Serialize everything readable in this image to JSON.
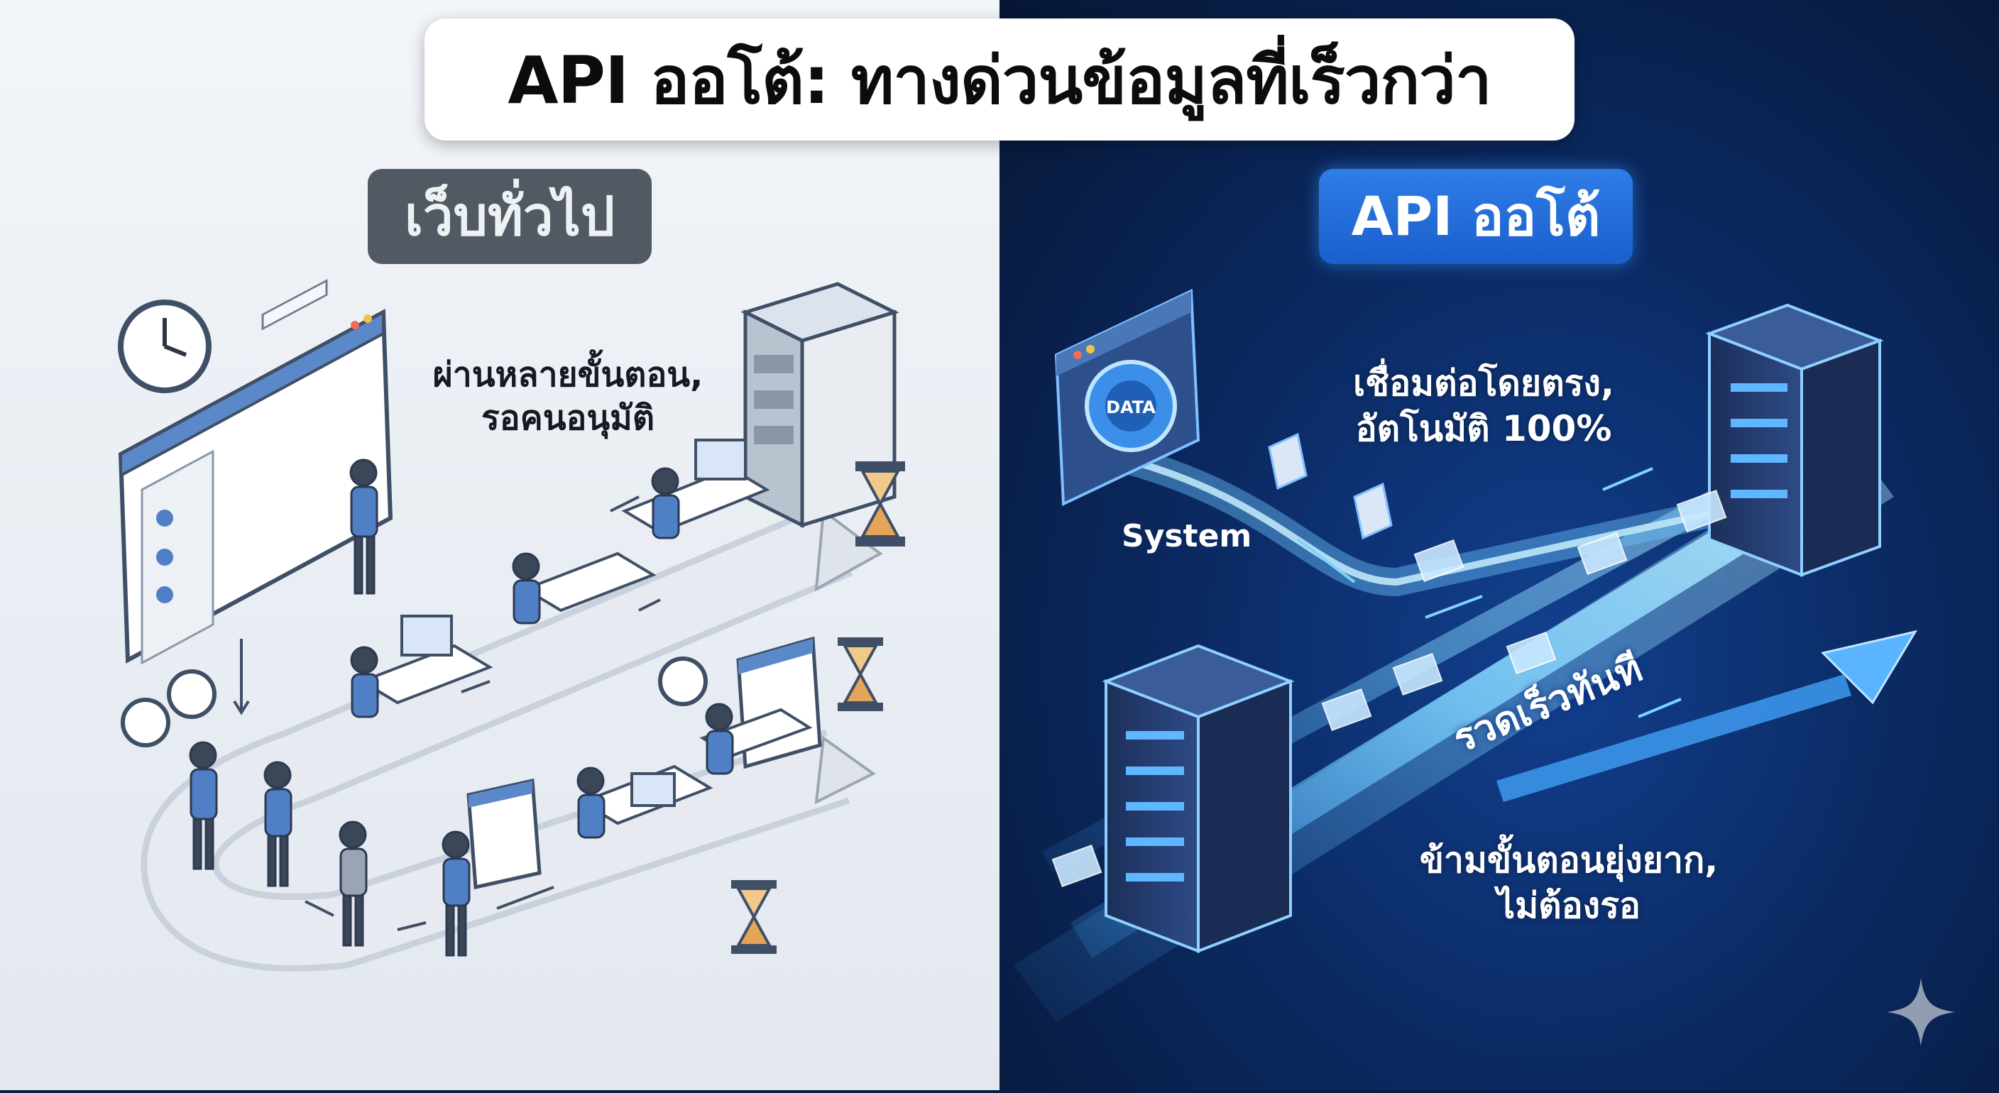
{
  "title": "API ออโต้: ทางด่วนข้อมูลที่เร็วกว่า",
  "left_panel": {
    "label": "เว็บทั่วไป",
    "note": [
      "ผ่านหลายขั้นตอน,",
      "รอคนอนุมัติ"
    ]
  },
  "right_panel": {
    "label": "API ออโต้",
    "note_top": [
      "เชื่อมต่อโดยตรง,",
      "อัตโนมัติ 100%"
    ],
    "system_label": "System",
    "gear_text": "DATA",
    "fast_label": "รวดเร็วทันที",
    "note_bottom": [
      "ข้ามขั้นตอนยุ่งยาก,",
      "ไม่ต้องรอ"
    ]
  },
  "colors": {
    "left_bg": "#eef2f6",
    "right_bg": "#0b2a63",
    "accent_blue": "#1a5fcc",
    "label_gray": "#515a62",
    "person_blue": "#4f7fc4"
  },
  "icons": [
    "clock-icon",
    "hourglass-icon",
    "server-icon",
    "browser-window-icon",
    "gear-icon",
    "document-icon",
    "envelope-icon",
    "sparkle-icon",
    "person-icon",
    "arrow-icon"
  ]
}
